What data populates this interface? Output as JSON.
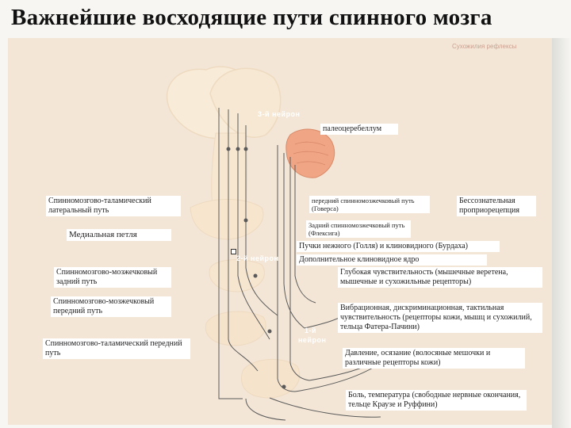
{
  "title": "Важнейшие восходящие пути спинного мозга",
  "corner_text": "Сухожилия рефлексы",
  "neurons": {
    "third": "3-й нейрон",
    "second": "2-й нейрон",
    "first_line1": "1-й",
    "first_line2": "нейрон"
  },
  "labels": {
    "paleocerebellum": "палеоцеребеллум",
    "lateral_spinothalamic": "Спинномозгово-таламический латеральный путь",
    "medial_lemniscus": "Медиальная петля",
    "posterior_spinocerebellar_l": "Спинномозгово-мозжечковый задний путь",
    "anterior_spinocerebellar_l": "Спинномозгово-мозжечковый передний путь",
    "anterior_spinothalamic": "Спинномозгово-таламический передний путь",
    "anterior_spinocerebellar_r": "передний спинномозжечковый путь (Говерса)",
    "unconscious_proprioception": "Бессознательная проприорецепция",
    "posterior_spinocerebellar_r": "Задний спинномозжечковый путь (Флексига)",
    "goll_burdach": "Пучки нежного (Голля) и клиновидного (Бурдаха)",
    "accessory_cuneate": "Дополнительное клиновидное ядро",
    "deep_sensitivity": "Глубокая чувствительность (мышечные веретена, мышечные и сухожильные рецепторы)",
    "vibration": "Вибрационная, дискриминационная, тактильная чувствительность (рецепторы кожи, мышц и сухожилий, тельца Фатера-Пачини)",
    "pressure": "Давление, осязание (волосяные мешочки и различные рецепторы кожи)",
    "pain": "Боль, температура (свободные нервные окончания, тельце Краузе и Руффини)"
  },
  "colors": {
    "panel": "#f3e6d6",
    "tissue": "#f8ecd9",
    "tissue_edge": "#eedac0",
    "cerebellum": "#f0a585",
    "neuron_label": "#ffffff",
    "pathway": "#5a5a5a"
  }
}
